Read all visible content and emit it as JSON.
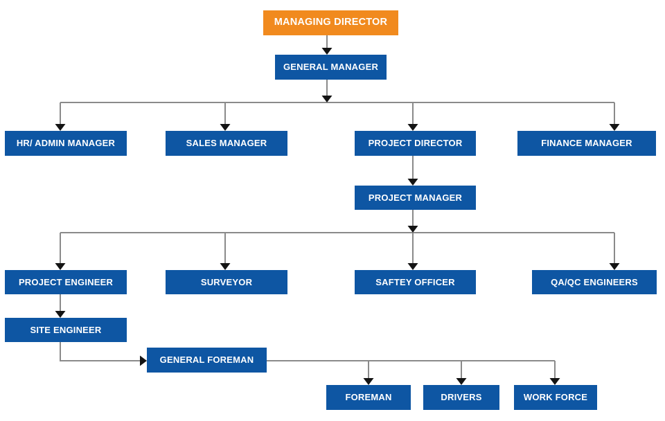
{
  "colors": {
    "top_box": "#F18A1E",
    "box": "#0E56A3",
    "box_text": "#FFFFFF",
    "connector": "#8A8A8A",
    "arrowhead": "#141414",
    "background": "#FFFFFF"
  },
  "nodes": {
    "managing_director": {
      "label": "MANAGING DIRECTOR"
    },
    "general_manager": {
      "label": "GENERAL MANAGER"
    },
    "hr_admin_manager": {
      "label": "HR/ ADMIN MANAGER"
    },
    "sales_manager": {
      "label": "SALES MANAGER"
    },
    "project_director": {
      "label": "PROJECT DIRECTOR"
    },
    "finance_manager": {
      "label": "FINANCE MANAGER"
    },
    "project_manager": {
      "label": "PROJECT MANAGER"
    },
    "project_engineer": {
      "label": "PROJECT ENGINEER"
    },
    "surveyor": {
      "label": "SURVEYOR"
    },
    "saftey_officer": {
      "label": "SAFTEY OFFICER"
    },
    "qa_qc_engineers": {
      "label": "QA/QC ENGINEERS"
    },
    "site_engineer": {
      "label": "SITE ENGINEER"
    },
    "general_foreman": {
      "label": "GENERAL FOREMAN"
    },
    "foreman": {
      "label": "FOREMAN"
    },
    "drivers": {
      "label": "DRIVERS"
    },
    "work_force": {
      "label": "WORK FORCE"
    }
  },
  "hierarchy": [
    {
      "from": "MANAGING DIRECTOR",
      "to": "GENERAL MANAGER"
    },
    {
      "from": "GENERAL MANAGER",
      "to": "HR/ ADMIN MANAGER"
    },
    {
      "from": "GENERAL MANAGER",
      "to": "SALES MANAGER"
    },
    {
      "from": "GENERAL MANAGER",
      "to": "PROJECT DIRECTOR"
    },
    {
      "from": "GENERAL MANAGER",
      "to": "FINANCE MANAGER"
    },
    {
      "from": "PROJECT DIRECTOR",
      "to": "PROJECT MANAGER"
    },
    {
      "from": "PROJECT MANAGER",
      "to": "PROJECT ENGINEER"
    },
    {
      "from": "PROJECT MANAGER",
      "to": "SURVEYOR"
    },
    {
      "from": "PROJECT MANAGER",
      "to": "SAFTEY OFFICER"
    },
    {
      "from": "PROJECT MANAGER",
      "to": "QA/QC ENGINEERS"
    },
    {
      "from": "PROJECT ENGINEER",
      "to": "SITE ENGINEER"
    },
    {
      "from": "SITE ENGINEER",
      "to": "GENERAL FOREMAN"
    },
    {
      "from": "GENERAL FOREMAN",
      "to": "FOREMAN"
    },
    {
      "from": "GENERAL FOREMAN",
      "to": "DRIVERS"
    },
    {
      "from": "GENERAL FOREMAN",
      "to": "WORK FORCE"
    }
  ]
}
